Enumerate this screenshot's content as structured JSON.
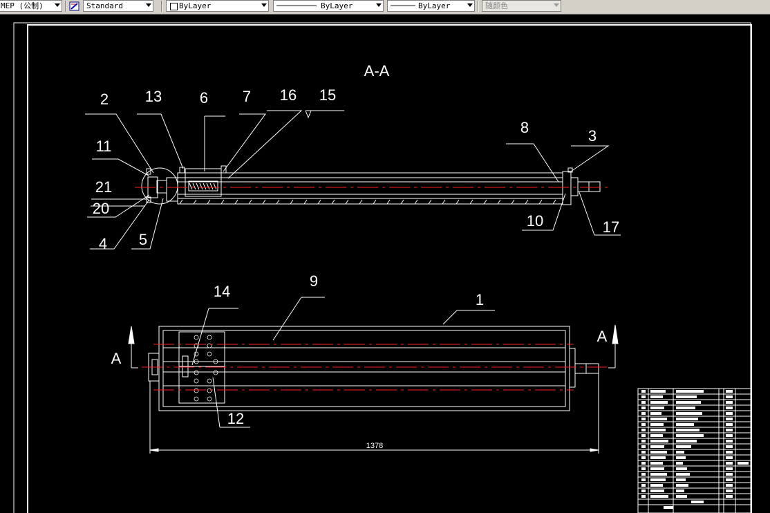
{
  "toolbar": {
    "style_combo": "MEP (公制)",
    "dimstyle_combo": "Standard",
    "layer_combo": "ByLayer",
    "linetype_combo": "ByLayer",
    "lineweight_combo": "ByLayer",
    "color_combo": "随颜色"
  },
  "drawing": {
    "section_title": "A-A",
    "section_marker_left": "A",
    "section_marker_right": "A",
    "dimension_value": "1378",
    "balloons_section": [
      "2",
      "13",
      "6",
      "7",
      "16",
      "15",
      "8",
      "3",
      "11",
      "21",
      "20",
      "4",
      "5",
      "10",
      "17"
    ],
    "balloons_plan": [
      "14",
      "9",
      "1",
      "12"
    ]
  },
  "colors": {
    "background": "#000000",
    "lines": "#ffffff",
    "centerlines": "#ff2020",
    "toolbar_bg": "#d4d0c8"
  }
}
